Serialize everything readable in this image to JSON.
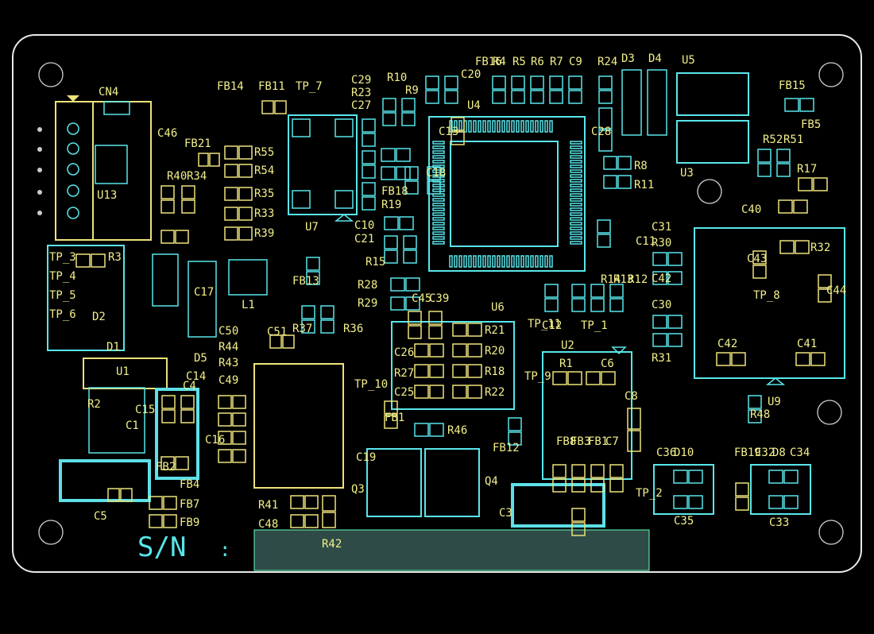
{
  "board": {
    "serial_label": "S/N",
    "serial_colon": ":",
    "colors": {
      "cyan": "#58e6ea",
      "yellow": "#eee27a",
      "outline": "#e9e9e9",
      "background": "#000000"
    }
  },
  "labels": {
    "CN4": "CN4",
    "FB14": "FB14",
    "FB11": "FB11",
    "TP_7": "TP_7",
    "C29": "C29",
    "R23": "R23",
    "C27": "C27",
    "R10": "R10",
    "R9": "R9",
    "C20": "C20",
    "FB16": "FB16",
    "R4": "R4",
    "R5": "R5",
    "R6": "R6",
    "R7": "R7",
    "C9": "C9",
    "R24": "R24",
    "D3": "D3",
    "D4": "D4",
    "U5": "U5",
    "FB15": "FB15",
    "U4": "U4",
    "C46": "C46",
    "FB21": "FB21",
    "R55": "R55",
    "R54": "R54",
    "R35": "R35",
    "R33": "R33",
    "R39": "R39",
    "R40": "R40",
    "R34": "R34",
    "C13": "C13",
    "C28": "C28",
    "C18": "C18",
    "U13": "U13",
    "FB18": "FB18",
    "R19": "R19",
    "U7": "U7",
    "R8": "R8",
    "R11": "R11",
    "R52": "R52",
    "R51": "R51",
    "U3": "U3",
    "R17": "R17",
    "C40": "C40",
    "C10": "C10",
    "R15": "R15",
    "C21": "C21",
    "C11": "C11",
    "C31": "C31",
    "R30": "R30",
    "R32": "R32",
    "TP_3": "TP_3",
    "R3": "R3",
    "TP_4": "TP_4",
    "TP_5": "TP_5",
    "TP_6": "TP_6",
    "D2": "D2",
    "C17": "C17",
    "L1": "L1",
    "FB13": "FB13",
    "R14": "R14",
    "R13": "R13",
    "R12": "R12",
    "C43": "C43",
    "C42top": "C42",
    "C44": "C44",
    "TP_8": "TP_8",
    "R28": "R28",
    "R29": "R29",
    "C45": "C45",
    "C39": "C39",
    "U6": "U6",
    "TP_11": "TP_11",
    "R37": "R37",
    "R36": "R36",
    "C12": "C12",
    "TP_1": "TP_1",
    "C30": "C30",
    "C50": "C50",
    "R44": "R44",
    "R43": "R43",
    "C49": "C49",
    "C51": "C51",
    "R21": "R21",
    "C26": "C26",
    "R20": "R20",
    "R27": "R27",
    "R18": "R18",
    "C25": "C25",
    "R22": "R22",
    "TP_10": "TP_10",
    "TP_9": "TP_9",
    "U2": "U2",
    "R1": "R1",
    "C6": "C6",
    "R31": "R31",
    "C42": "C42",
    "C41": "C41",
    "D1": "D1",
    "U1": "U1",
    "D5": "D5",
    "C4": "C4",
    "C14": "C14",
    "R2": "R2",
    "C1": "C1",
    "C15": "C15",
    "FB1": "FB1",
    "C8": "C8",
    "R48": "R48",
    "U9": "U9",
    "C16": "C16",
    "R46": "R46",
    "FB12": "FB12",
    "Q3": "Q3",
    "C19": "C19",
    "Q4": "Q4",
    "FB8": "FB8",
    "FB3": "FB3",
    "FB2": "FB2",
    "FB1b": "FB1",
    "C7": "C7",
    "FB4": "FB4",
    "FB7": "FB7",
    "FB9": "FB9",
    "C36": "C36",
    "D10": "D10",
    "FB19": "FB19",
    "C32": "C32",
    "D8": "D8",
    "C34": "C34",
    "C5": "C5",
    "R41": "R41",
    "C48": "C48",
    "R42": "R42",
    "C3": "C3",
    "TP_2": "TP_2",
    "FB5": "FB5",
    "C35": "C35",
    "C33": "C33"
  }
}
